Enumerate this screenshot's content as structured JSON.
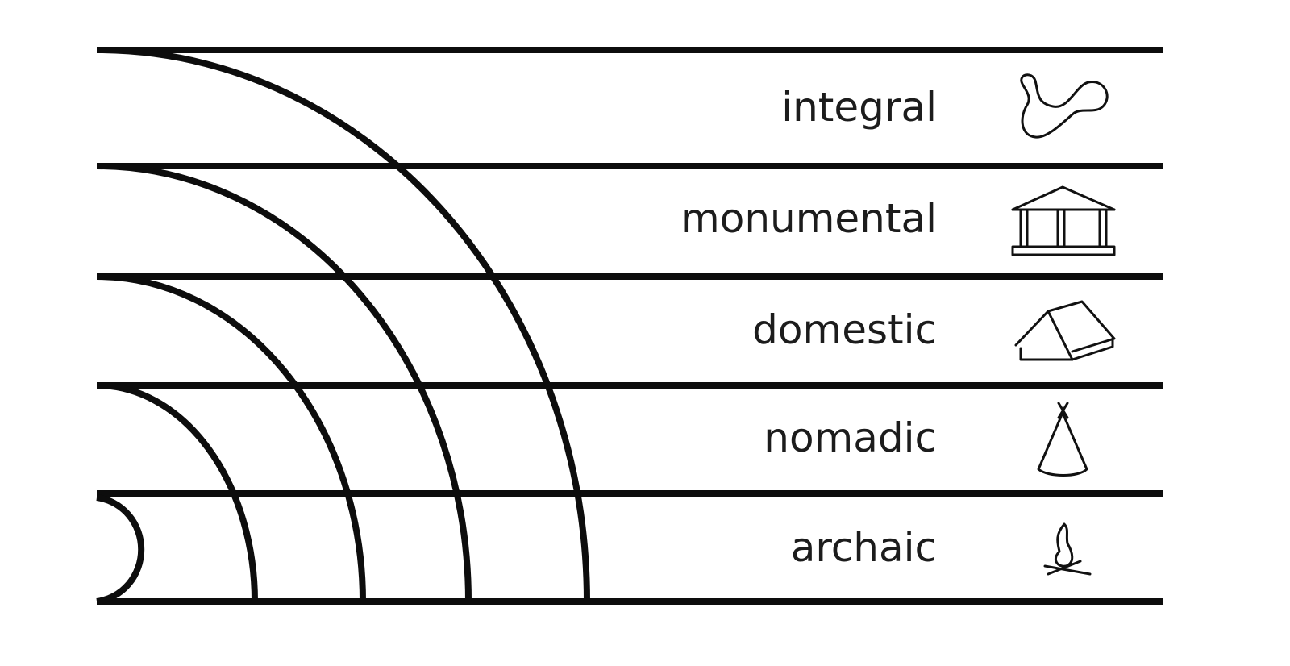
{
  "levels": [
    {
      "id": "integral",
      "label": "integral",
      "icon": "blob-icon"
    },
    {
      "id": "monumental",
      "label": "monumental",
      "icon": "temple-icon"
    },
    {
      "id": "domestic",
      "label": "domestic",
      "icon": "house-icon"
    },
    {
      "id": "nomadic",
      "label": "nomadic",
      "icon": "tent-icon"
    },
    {
      "id": "archaic",
      "label": "archaic",
      "icon": "campfire-icon"
    }
  ],
  "colors": {
    "line": "#0d0d0d",
    "text": "#1c1c1c",
    "background": "#ffffff"
  }
}
